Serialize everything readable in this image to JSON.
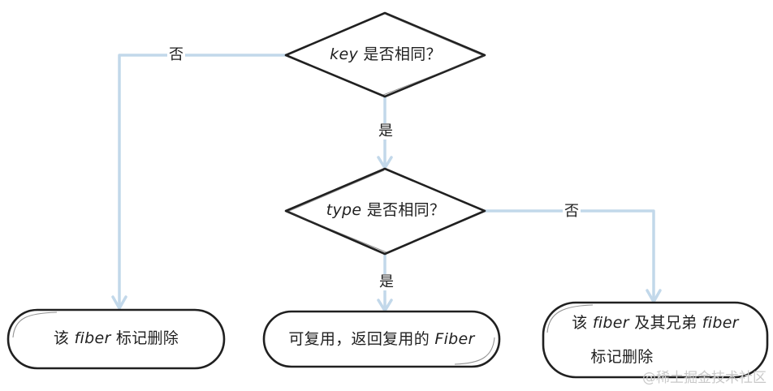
{
  "nodes": {
    "key_decision": {
      "prefix": "key",
      "suffix": " 是否相同？"
    },
    "type_decision": {
      "prefix": "type",
      "suffix": " 是否相同？"
    },
    "delete_fiber": {
      "before": "该 ",
      "italic": "fiber",
      "after": " 标记删除"
    },
    "reuse_fiber": {
      "before": "可复用，返回复用的 ",
      "italic": "Fiber"
    },
    "delete_fiber_siblings": {
      "line1_before": "该 ",
      "line1_italic1": "fiber",
      "line1_middle": " 及其兄弟 ",
      "line1_italic2": "fiber",
      "line2": "标记删除"
    }
  },
  "edges": {
    "key_no": "否",
    "key_yes": "是",
    "type_no": "否",
    "type_yes": "是"
  },
  "watermark": "@稀土掘金技术社区",
  "colors": {
    "edge": "#c2d8ea",
    "outline": "#202020",
    "text": "#1f1f1f",
    "watermark": "#c9c9c9",
    "background": "#ffffff"
  }
}
